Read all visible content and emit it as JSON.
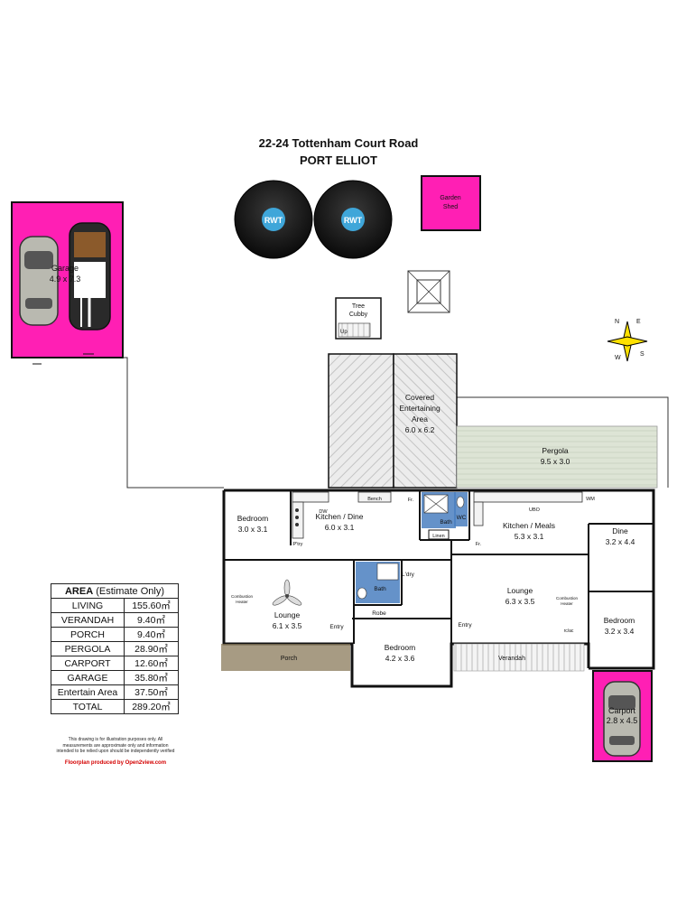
{
  "header": {
    "address": "22-24 Tottenham Court Road",
    "locality": "PORT ELLIOT"
  },
  "rooms": {
    "garage": {
      "name": "Garage",
      "dims": "4.9 x 7.3"
    },
    "garden_shed": {
      "line1": "Garden",
      "line2": "Shed"
    },
    "rwt1": "RWT",
    "rwt2": "RWT",
    "tree_cubby": {
      "line1": "Tree",
      "line2": "Cubby",
      "up": "Up"
    },
    "covered_entertaining": {
      "line1": "Covered",
      "line2": "Entertaining",
      "line3": "Area",
      "dims": "6.0 x 6.2"
    },
    "pergola": {
      "name": "Pergola",
      "dims": "9.5 x 3.0"
    },
    "bedroom_nw": {
      "name": "Bedroom",
      "dims": "3.0 x 3.1"
    },
    "kitchen_dine": {
      "name": "Kitchen / Dine",
      "dims": "6.0 x 3.1"
    },
    "kitchen_meals": {
      "name": "Kitchen / Meals",
      "dims": "5.3 x 3.1"
    },
    "dine": {
      "name": "Dine",
      "dims": "3.2 x 4.4"
    },
    "bedroom_e": {
      "name": "Bedroom",
      "dims": "3.2 x 3.4"
    },
    "lounge_w": {
      "name": "Lounge",
      "dims": "6.1 x 3.5"
    },
    "lounge_e": {
      "name": "Lounge",
      "dims": "6.3 x 3.5"
    },
    "bedroom_s": {
      "name": "Bedroom",
      "dims": "4.2 x 3.6"
    },
    "carport": {
      "name": "Carport",
      "dims": "2.8 x 4.5"
    },
    "bath1": "Bath",
    "bath2": "Bath",
    "wc": "WC",
    "linen": "Linen",
    "laundry": "L'dry",
    "pantry": "P'try",
    "robe": "Robe",
    "porch": "Porch",
    "verandah": "Verandah",
    "entry1": "Entry",
    "entry2": "Entry",
    "bench": "Bench",
    "fr1": "Fr.",
    "fr2": "Fr.",
    "dw": "DW",
    "ubo": "UBO",
    "wm": "WM",
    "rcac": "rc/ac",
    "heater1": {
      "line1": "Combustion",
      "line2": "Heater"
    },
    "heater2": {
      "line1": "Combustion",
      "line2": "Heater"
    }
  },
  "compass": {
    "n": "N",
    "e": "E",
    "s": "S",
    "w": "W"
  },
  "area_table": {
    "title_bold": "AREA",
    "title_rest": " (Estimate Only)",
    "rows": [
      {
        "label": "LIVING",
        "value": "155.60㎡"
      },
      {
        "label": "VERANDAH",
        "value": "9.40㎡"
      },
      {
        "label": "PORCH",
        "value": "9.40㎡"
      },
      {
        "label": "PERGOLA",
        "value": "28.90㎡"
      },
      {
        "label": "CARPORT",
        "value": "12.60㎡"
      },
      {
        "label": "GARAGE",
        "value": "35.80㎡"
      },
      {
        "label": "Entertain Area",
        "value": "37.50㎡"
      },
      {
        "label": "TOTAL",
        "value": "289.20㎡"
      }
    ]
  },
  "disclaimer": "This drawing is for illustration purposes only. All measurements are approximate only and information intended to be relied upon should be independently verified",
  "credit": "Floorplan produced by Open2view.com",
  "colors": {
    "magenta": "#ff1fb4",
    "wall": "#111111",
    "pergola": "#dfe6d8",
    "porch": "#8a7a5a",
    "wet": "#4a7fc0",
    "tank": "#1a1a1a",
    "tank_badge": "#3fa6d9",
    "compass": "#ffe100"
  }
}
